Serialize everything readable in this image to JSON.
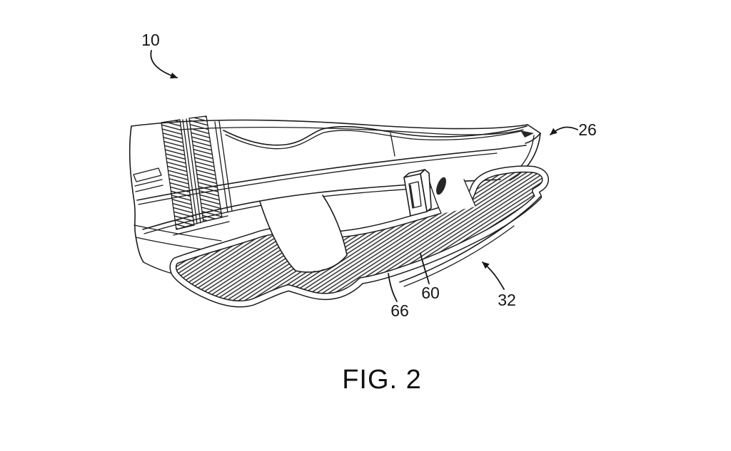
{
  "page": {
    "background_color": "#ffffff",
    "ink_color": "#1c1c1c"
  },
  "figure": {
    "caption": "FIG. 2",
    "subject": "rear corner of a vehicle with tailgate, taillight and step bumper with traction pad"
  },
  "labels": [
    {
      "text": "10",
      "leader_style": "curved-arrow"
    },
    {
      "text": "26",
      "leader_style": "curved-arrow"
    },
    {
      "text": "66",
      "leader_style": "plain-line"
    },
    {
      "text": "60",
      "leader_style": "plain-line"
    },
    {
      "text": "32",
      "leader_style": "curved-arrow"
    }
  ]
}
